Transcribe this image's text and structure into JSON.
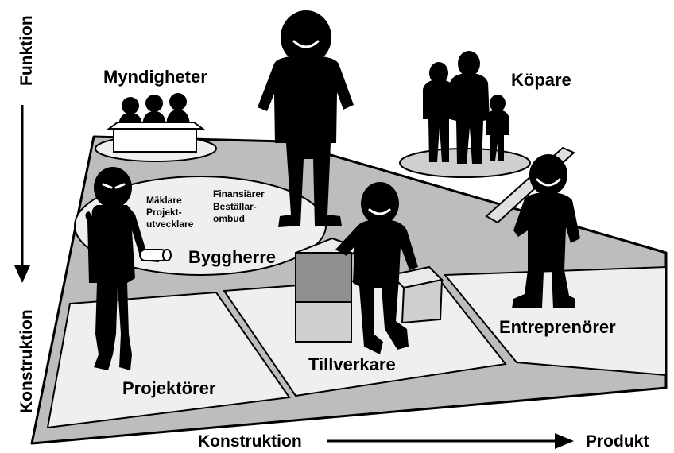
{
  "axes": {
    "vertical_top": "Funktion",
    "vertical_bottom": "Konstruktion",
    "horizontal_left": "Konstruktion",
    "horizontal_right": "Produkt"
  },
  "roles": {
    "myndigheter": "Myndigheter",
    "kopare": "Köpare",
    "byggherre": "Byggherre",
    "projektorer": "Projektörer",
    "tillverkare": "Tillverkare",
    "entreprenorer": "Entreprenörer"
  },
  "byggherre_members": {
    "maklare": "Mäklare",
    "projekt": "Projekt-",
    "utvecklare": "utvecklare",
    "finansiarer": "Finansiärer",
    "bestallar": "Beställar-",
    "ombud": "ombud"
  }
}
